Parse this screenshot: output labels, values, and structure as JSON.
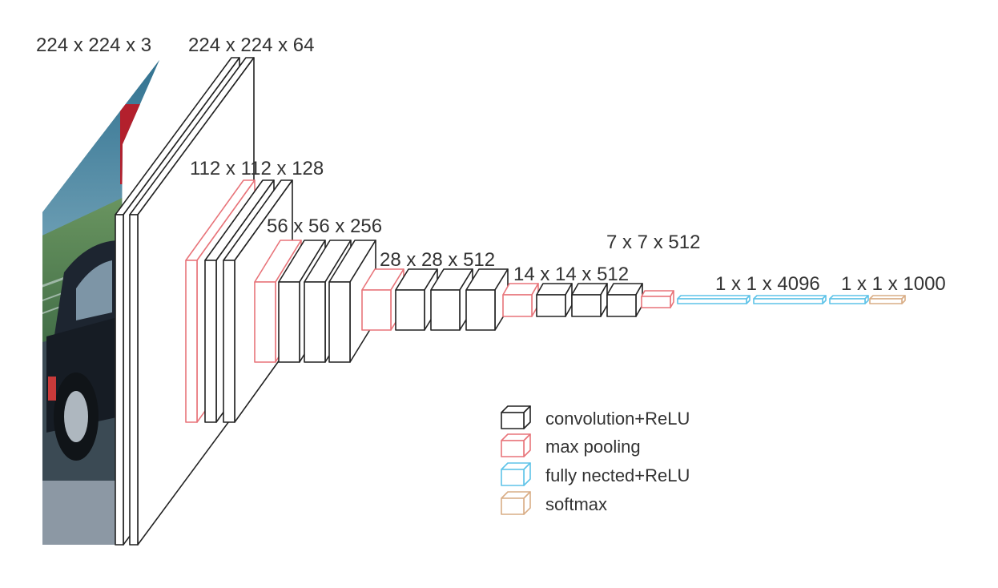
{
  "colors": {
    "conv": "#222222",
    "pool": "#e8747a",
    "fc": "#5ec3e8",
    "softmax": "#d9ad86"
  },
  "labels": {
    "input": "224 x 224 x 3",
    "conv1": "224 x 224 x 64",
    "conv2": "112 x 112 x 128",
    "conv3": "56 x 56 x 256",
    "conv4": "28 x 28 x 512",
    "conv5": "14 x 14 x 512",
    "pool5": "7 x 7 x 512",
    "fc": "1 x 1 x 4096",
    "out": "1 x 1 x 1000"
  },
  "legend": [
    {
      "key": "conv",
      "label": "convolution+ReLU"
    },
    {
      "key": "pool",
      "label": "max pooling"
    },
    {
      "key": "fc",
      "label": "fully nected+ReLU"
    },
    {
      "key": "softmax",
      "label": "softmax"
    }
  ]
}
